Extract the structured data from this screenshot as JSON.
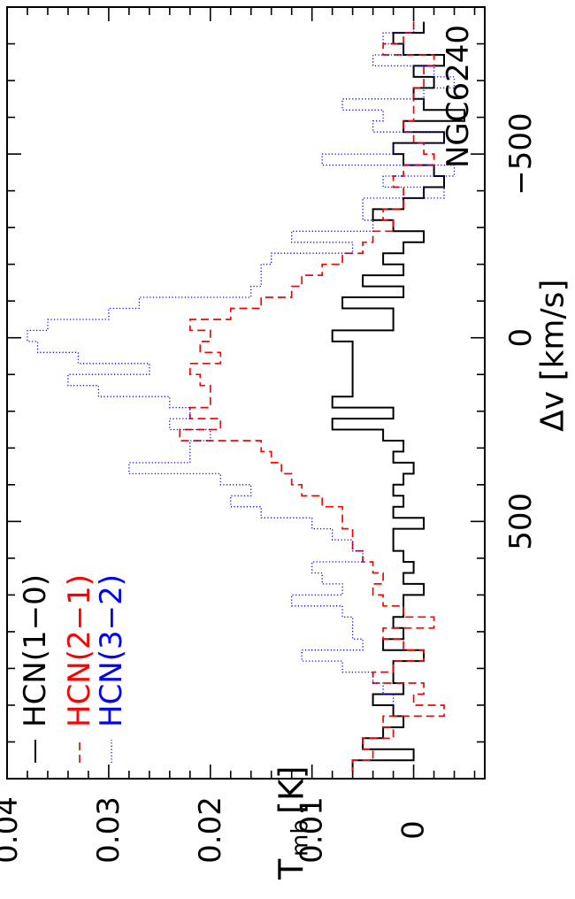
{
  "chart_data": {
    "type": "line",
    "step": true,
    "title": "NGC6240",
    "xlabel": "Δv  [km/s]",
    "ylabel_main": "T",
    "ylabel_sub": "mb",
    "ylabel_unit": "[K]",
    "xlim": [
      -900,
      1200
    ],
    "ylim": [
      -0.007,
      0.04
    ],
    "xticks": [
      -500,
      0,
      500
    ],
    "yticks": [
      0,
      0.01,
      0.02,
      0.03,
      0.04
    ],
    "ytick_labels": [
      "0",
      "0.01",
      "0.02",
      "0.03",
      "0.04"
    ],
    "xminor_step": 100,
    "yminor_step": 0.002,
    "legend_position": "top-left",
    "series": [
      {
        "name": "HCN(1−0)",
        "color": "#000000",
        "dash": "solid",
        "x": [
          -845,
          -815,
          -785,
          -755,
          -725,
          -695,
          -665,
          -635,
          -605,
          -575,
          -545,
          -515,
          -485,
          -455,
          -425,
          -395,
          -365,
          -335,
          -305,
          -275,
          -245,
          -215,
          -185,
          -155,
          -125,
          -95,
          -65,
          -35,
          -5,
          25,
          55,
          85,
          115,
          145,
          175,
          205,
          235,
          265,
          295,
          325,
          355,
          385,
          415,
          445,
          475,
          505,
          535,
          565,
          595,
          625,
          655,
          685,
          715,
          745,
          775,
          805,
          835,
          865,
          895,
          925,
          955,
          985,
          1015,
          1045,
          1075,
          1105,
          1135,
          1165
        ],
        "y": [
          -0.001,
          0.002,
          0.001,
          -0.003,
          0,
          -0.002,
          0,
          -0.001,
          -0.005,
          0.001,
          -0.003,
          0.002,
          0.001,
          -0.002,
          -0.003,
          -0.001,
          0.001,
          0.004,
          0.002,
          -0.001,
          0.001,
          0.003,
          0.001,
          0.005,
          0.001,
          0.007,
          0.002,
          0.002,
          0.008,
          0.006,
          0.006,
          0.006,
          0.006,
          0.006,
          0.008,
          0.002,
          0.008,
          0.003,
          0.001,
          0.002,
          0,
          0.001,
          0.002,
          0.001,
          0.002,
          -0.001,
          0.002,
          0.002,
          0.001,
          0,
          0.001,
          -0.001,
          0.001,
          0.001,
          0.002,
          0.001,
          0.003,
          -0.001,
          0.002,
          0.002,
          0.001,
          0.004,
          0.002,
          0.001,
          0.003,
          0.005,
          0,
          0.006
        ]
      },
      {
        "name": "HCN(2−1)",
        "color": "#ff0000",
        "dash": "dashed",
        "x": [
          -845,
          -815,
          -785,
          -755,
          -725,
          -695,
          -665,
          -635,
          -605,
          -575,
          -545,
          -515,
          -485,
          -455,
          -425,
          -395,
          -365,
          -335,
          -305,
          -275,
          -245,
          -215,
          -185,
          -155,
          -125,
          -95,
          -65,
          -35,
          -5,
          25,
          55,
          85,
          115,
          145,
          175,
          205,
          235,
          265,
          295,
          325,
          355,
          385,
          415,
          445,
          475,
          505,
          535,
          565,
          595,
          625,
          655,
          685,
          715,
          745,
          775,
          805,
          835,
          865,
          895,
          925,
          955,
          985,
          1015,
          1045,
          1075,
          1105,
          1135,
          1165
        ],
        "y": [
          0,
          0.001,
          0.003,
          -0.002,
          -0.001,
          -0.001,
          0,
          0,
          0,
          0.001,
          0,
          -0.001,
          -0.002,
          0.001,
          0.002,
          0.001,
          0.001,
          0.003,
          0.002,
          0.004,
          0.005,
          0.007,
          0.009,
          0.011,
          0.012,
          0.015,
          0.018,
          0.022,
          0.02,
          0.021,
          0.019,
          0.022,
          0.021,
          0.02,
          0.02,
          0.022,
          0.019,
          0.023,
          0.015,
          0.014,
          0.013,
          0.012,
          0.011,
          0.009,
          0.007,
          0.007,
          0.006,
          0.006,
          0.005,
          0.004,
          0.003,
          0.004,
          0.003,
          0.001,
          -0.002,
          0.003,
          0.001,
          -0.001,
          0.002,
          0.004,
          -0.001,
          0,
          -0.003,
          0.003,
          0.002,
          0.005,
          0.004,
          0.006
        ]
      },
      {
        "name": "HCN(3−2)",
        "color": "#0000ff",
        "dash": "dotted",
        "x": [
          -845,
          -815,
          -785,
          -755,
          -725,
          -695,
          -665,
          -635,
          -605,
          -575,
          -545,
          -515,
          -485,
          -455,
          -425,
          -395,
          -365,
          -335,
          -305,
          -275,
          -245,
          -215,
          -185,
          -155,
          -125,
          -95,
          -65,
          -35,
          -5,
          25,
          55,
          85,
          115,
          145,
          175,
          205,
          235,
          265,
          295,
          325,
          355,
          385,
          415,
          445,
          475,
          505,
          535,
          565,
          595,
          625,
          655,
          685,
          715,
          745,
          775,
          805,
          835,
          865,
          895,
          925,
          955,
          985
        ],
        "y": [
          0,
          0.003,
          0.001,
          0.004,
          -0.002,
          -0.004,
          -0.001,
          0.007,
          0.003,
          0.004,
          -0.003,
          0.002,
          0.009,
          -0.004,
          0.003,
          -0.003,
          0.005,
          0.005,
          0.004,
          0.012,
          0.006,
          0.014,
          0.015,
          0.015,
          0.016,
          0.027,
          0.03,
          0.036,
          0.038,
          0.037,
          0.033,
          0.026,
          0.034,
          0.031,
          0.024,
          0.022,
          0.024,
          0.02,
          0.022,
          0.022,
          0.028,
          0.019,
          0.016,
          0.018,
          0.015,
          0.01,
          0.008,
          0.006,
          0.005,
          0.01,
          0.009,
          0.007,
          0.012,
          0.007,
          0.006,
          0.006,
          0.005,
          0.011,
          0.007,
          0.004,
          0.003,
          0.002
        ]
      }
    ]
  }
}
